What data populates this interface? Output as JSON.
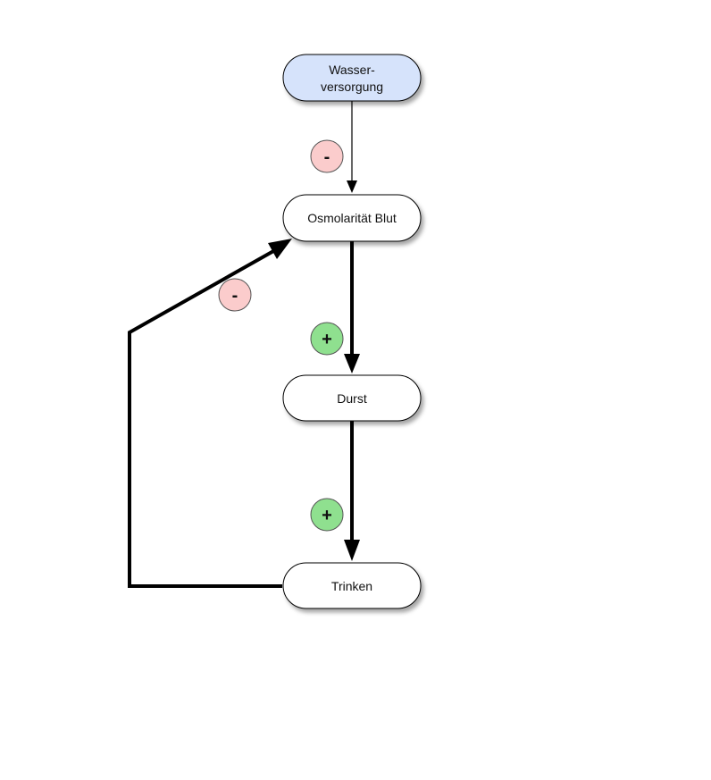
{
  "nodes": {
    "wasserversorgung": {
      "line1": "Wasser-",
      "line2": "versorgung",
      "fill": "#d6e3fb"
    },
    "osmolaritaet": {
      "label": "Osmolarität Blut",
      "fill": "#ffffff"
    },
    "durst": {
      "label": "Durst",
      "fill": "#ffffff"
    },
    "trinken": {
      "label": "Trinken",
      "fill": "#ffffff"
    }
  },
  "edges": {
    "wasser_to_osmo": {
      "sign": "-",
      "color": "#fbcccc"
    },
    "osmo_to_durst": {
      "sign": "+",
      "color": "#8fe08f"
    },
    "durst_to_trinken": {
      "sign": "+",
      "color": "#8fe08f"
    },
    "trinken_to_osmo": {
      "sign": "-",
      "color": "#fbcccc"
    }
  }
}
